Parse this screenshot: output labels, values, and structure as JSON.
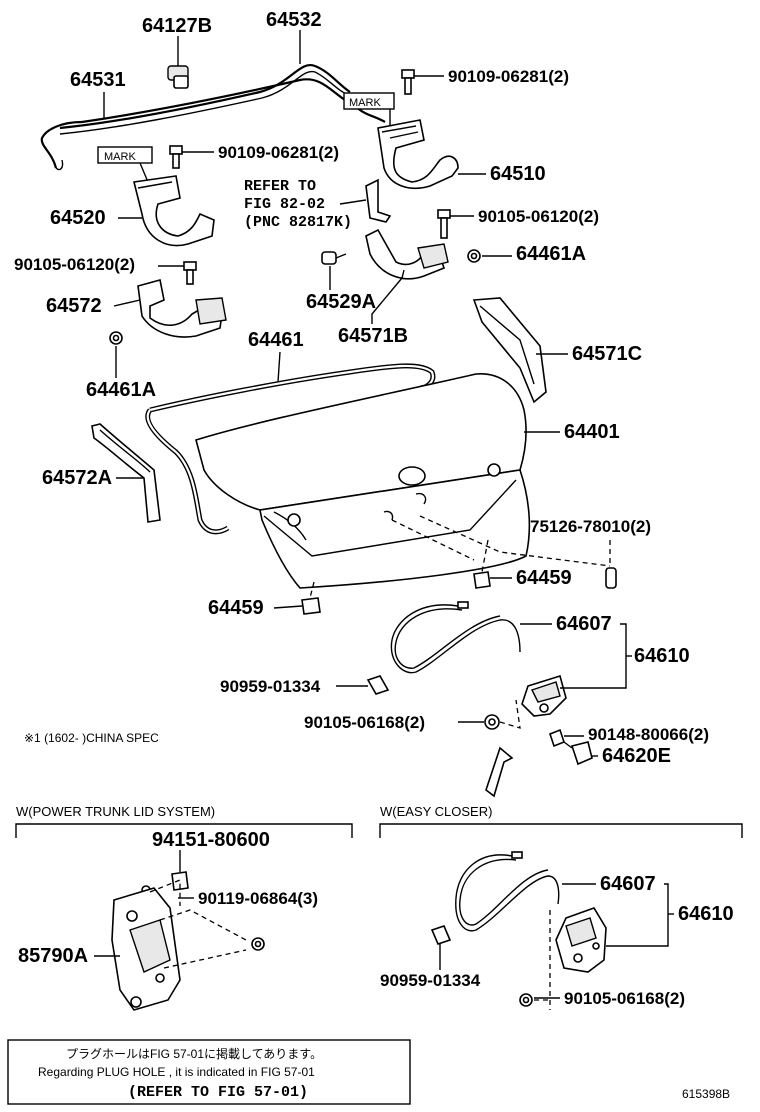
{
  "parts": {
    "p64127B": "64127B",
    "p64532": "64532",
    "p64531": "64531",
    "p90109_top": "90109-06281(2)",
    "p90109_left": "90109-06281(2)",
    "p64510": "64510",
    "p64520": "64520",
    "p90105_120_right": "90105-06120(2)",
    "p90105_120_left": "90105-06120(2)",
    "p64461A_right": "64461A",
    "p64572": "64572",
    "p64529A": "64529A",
    "p64571B": "64571B",
    "p64461": "64461",
    "p64571C": "64571C",
    "p64461A_left": "64461A",
    "p64401": "64401",
    "p64572A": "64572A",
    "p75126": "75126-78010(2)",
    "p64459_right": "64459",
    "p64459_left": "64459",
    "p64607": "64607",
    "p64610": "64610",
    "p90959": "90959-01334",
    "p90105_168": "90105-06168(2)",
    "p90148": "90148-80066(2)",
    "p64620E": "64620E",
    "p94151": "94151-80600",
    "p90119": "90119-06864(3)",
    "p85790A": "85790A",
    "p64607_ec": "64607",
    "p64610_ec": "64610",
    "p90959_ec": "90959-01334",
    "p90105_168_ec": "90105-06168(2)"
  },
  "marks": {
    "mark_right": "MARK",
    "mark_left": "MARK"
  },
  "reference": {
    "line1": "REFER TO",
    "line2": "FIG 82-02",
    "line3": "(PNC 82817K)"
  },
  "notes": {
    "note_marker": "※1",
    "china_spec": "※1 (1602-     )CHINA SPEC"
  },
  "sections": {
    "power_trunk": "W(POWER TRUNK LID SYSTEM)",
    "easy_closer": "W(EASY CLOSER)"
  },
  "footer": {
    "jp_line": "プラグホールはFIG 57-01に掲載してあります。",
    "en_line": "Regarding  PLUG  HOLE , it is indicated in FIG  57-01",
    "refer_line": "(REFER TO FIG 57-01)"
  },
  "diagram_id": "615398B"
}
